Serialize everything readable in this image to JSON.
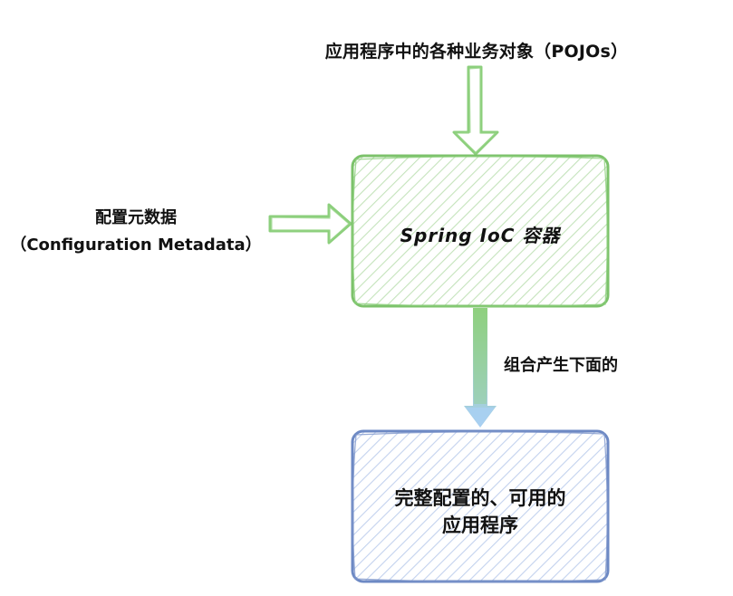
{
  "nodes": {
    "top_input": "应用程序中的各种业务对象（POJOs）",
    "left_input_line1": "配置元数据",
    "left_input_line2": "（Configuration Metadata）",
    "container": "Spring IoC 容器",
    "output_line1": "完整配置的、可用的",
    "output_line2": "应用程序"
  },
  "edges": {
    "container_to_output": "组合产生下面的"
  },
  "colors": {
    "green_stroke": "#7cc26b",
    "green_hatch": "#c4e3bb",
    "blue_stroke": "#6d89c4",
    "blue_hatch": "#c3d2ee",
    "arrow_fill_green": "#8fd07e",
    "arrow_fill_blue": "#a9cff2"
  }
}
